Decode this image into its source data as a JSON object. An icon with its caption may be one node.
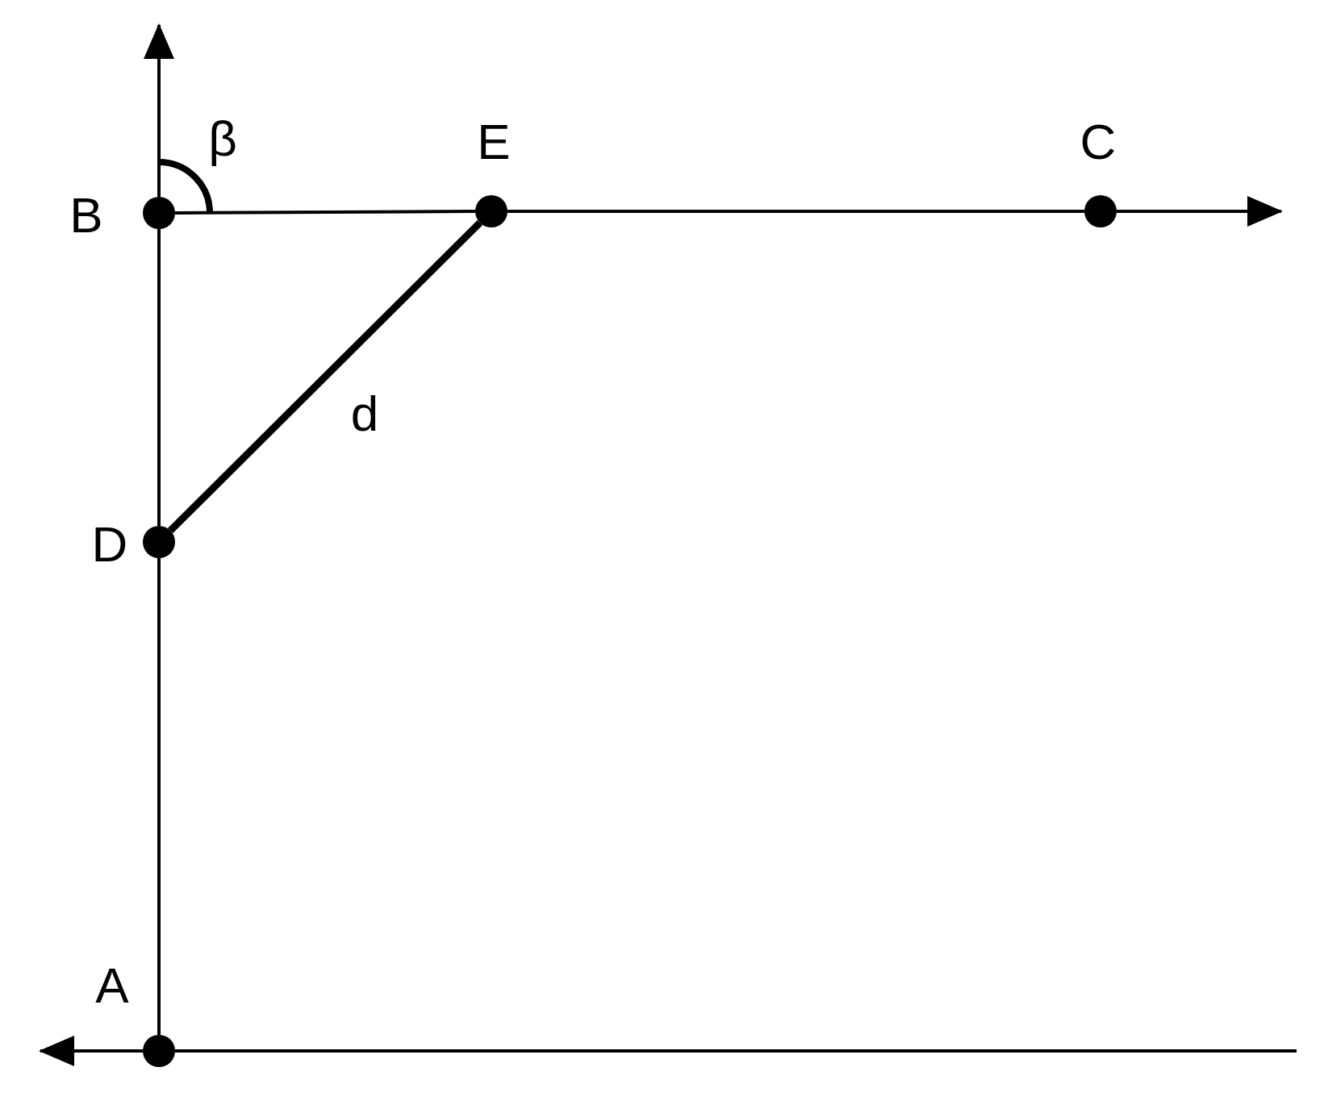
{
  "diagram": {
    "nodes": [
      {
        "text": [],
        "shape": "circle",
        "beside": [
          "B"
        ]
      },
      {
        "text": [],
        "shape": "circle",
        "beside": [
          "E"
        ]
      },
      {
        "text": [],
        "shape": "circle",
        "beside": [
          "C"
        ]
      },
      {
        "text": [],
        "shape": "circle",
        "beside": [
          "D"
        ]
      },
      {
        "text": [],
        "shape": "circle",
        "beside": [
          "A"
        ]
      }
    ],
    "edges": [
      {
        "from": 0,
        "to": null,
        "arrow": "to"
      },
      {
        "from": 0,
        "to": 1,
        "arrow": "none"
      },
      {
        "from": 1,
        "to": 2,
        "arrow": "none"
      },
      {
        "from": 2,
        "to": null,
        "arrow": "to"
      },
      {
        "from": 3,
        "to": 0,
        "arrow": "none"
      },
      {
        "from": 4,
        "to": 3,
        "arrow": "none"
      },
      {
        "from": 3,
        "to": 1,
        "arrow": "none",
        "style": "thick",
        "label": "d"
      },
      {
        "from": 4,
        "to": null,
        "arrow": "to"
      },
      {
        "from": 4,
        "to": null,
        "arrow": "none"
      }
    ],
    "labels": [
      "β"
    ]
  }
}
